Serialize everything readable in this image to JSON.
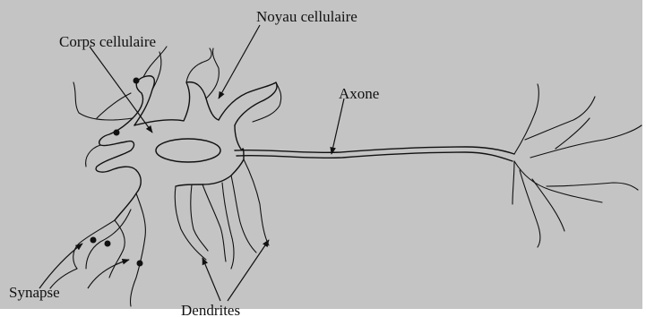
{
  "labels": {
    "noyau": "Noyau cellulaire",
    "corps": "Corps cellulaire",
    "axone": "Axone",
    "synapse": "Synapse",
    "dendrites": "Dendrites"
  },
  "colors": {
    "background": "#c4c4c4",
    "ink": "#111111",
    "nucleus_fill": "#c4c4c4"
  }
}
